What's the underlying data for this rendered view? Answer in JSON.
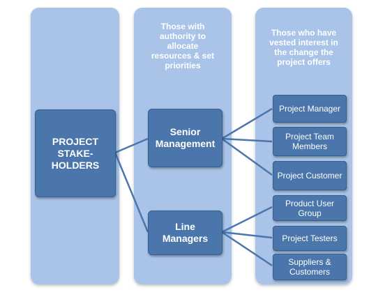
{
  "columns": [
    {
      "heading": ""
    },
    {
      "heading": "Those with\nauthority to\nallocate\nresources & set\npriorities"
    },
    {
      "heading": "Those who have\nvested interest in\nthe change the\nproject offers"
    }
  ],
  "root": {
    "label": "PROJECT\nSTAKE-\nHOLDERS"
  },
  "groups": [
    {
      "label": "Senior\nManagement",
      "members": [
        "Project Manager",
        "Project Team\nMembers",
        "Project Customer"
      ]
    },
    {
      "label": "Line\nManagers",
      "members": [
        "Product User\nGroup",
        "Project Testers",
        "Suppliers &\nCustomers"
      ]
    }
  ],
  "colors": {
    "panel": "#a9c4e8",
    "node": "#4a76ab",
    "connector": "#4a76ab"
  }
}
